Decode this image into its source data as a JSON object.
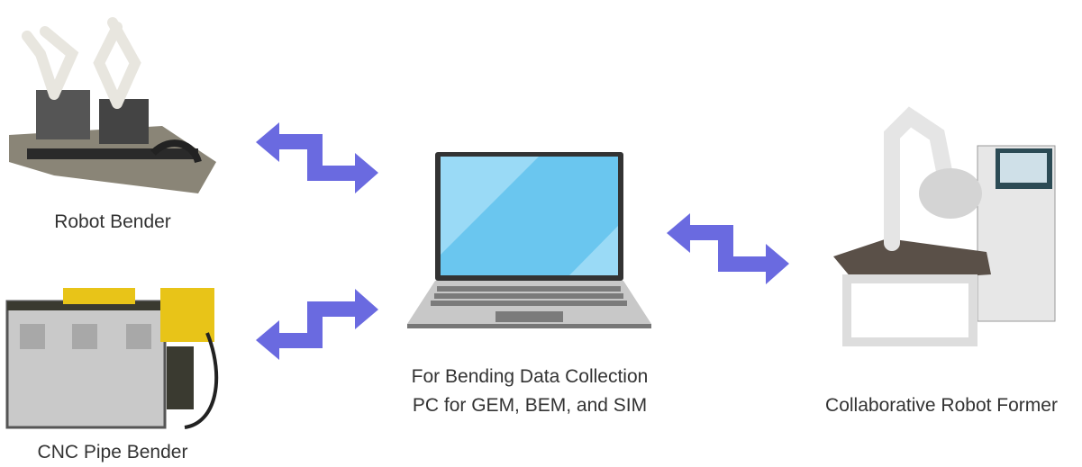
{
  "colors": {
    "arrow": "#6a6ae0",
    "screen": "#6ac6ef",
    "screen_highlight": "#9adaf6",
    "bezel": "#333333",
    "text": "#333333"
  },
  "nodes": {
    "robot_bender": {
      "label": "Robot Bender"
    },
    "cnc_pipe_bender": {
      "label": "CNC Pipe Bender"
    },
    "pc": {
      "line1": "For Bending Data Collection",
      "line2": "PC for GEM, BEM, and SIM"
    },
    "cobot_former": {
      "label": "Collaborative Robot Former"
    }
  },
  "connections": [
    {
      "from": "robot_bender",
      "to": "pc",
      "direction": "bidirectional"
    },
    {
      "from": "cnc_pipe_bender",
      "to": "pc",
      "direction": "bidirectional"
    },
    {
      "from": "pc",
      "to": "cobot_former",
      "direction": "bidirectional"
    }
  ]
}
